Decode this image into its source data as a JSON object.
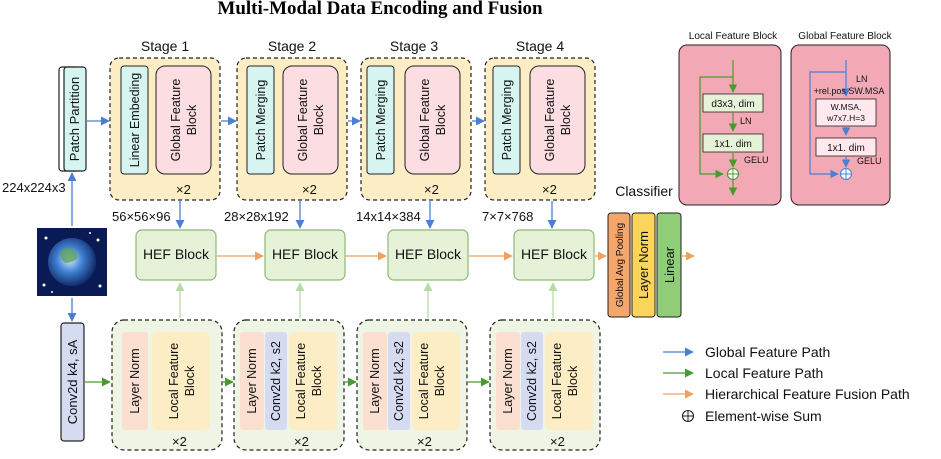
{
  "title": "Multi-Modal Data Encoding and Fusion",
  "input": {
    "size": "224x224x3",
    "patch_partition": "Patch Partition",
    "conv": "Conv2d k4, sA"
  },
  "stages": [
    {
      "name": "Stage 1",
      "top_left": "Linear Embeding",
      "top_right": "Global Feature Block",
      "top_repeat": "×2",
      "dims": "56×56×96",
      "bottom_left": "Layer Norm",
      "bottom_mid": "",
      "bottom_right": "Local Feature Block",
      "bottom_repeat": "×2"
    },
    {
      "name": "Stage 2",
      "top_left": "Patch Merging",
      "top_right": "Global Feature Block",
      "top_repeat": "×2",
      "dims": "28×28x192",
      "bottom_left": "Layer Norm",
      "bottom_mid": "Conv2d k2, s2",
      "bottom_right": "Local Feature Block",
      "bottom_repeat": "×2"
    },
    {
      "name": "Stage 3",
      "top_left": "Patch Merging",
      "top_right": "Global Feature Block",
      "top_repeat": "×2",
      "dims": "14x14×384",
      "bottom_left": "Layer Norm",
      "bottom_mid": "Conv2d k2, s2",
      "bottom_right": "Local Feature Block",
      "bottom_repeat": "×2"
    },
    {
      "name": "Stage 4",
      "top_left": "Patch Merging",
      "top_right": "Global Feature Block",
      "top_repeat": "×2",
      "dims": "7×7×768",
      "bottom_left": "Layer Norm",
      "bottom_mid": "Conv2d k2, s2",
      "bottom_right": "Local Feature Block",
      "bottom_repeat": "×2"
    }
  ],
  "hef_label": "HEF Block",
  "classifier": {
    "title": "Classifier",
    "pool": "Global Avg Pooling",
    "norm": "Layer Norm",
    "linear": "Linear"
  },
  "local_detail": {
    "title": "Local Feature Block",
    "box1": "d3x3, dim",
    "ln": "LN",
    "box2": "1x1. dim",
    "gelu": "GELU"
  },
  "global_detail": {
    "title": "Global Feature Block",
    "ln": "LN",
    "relpos": "+rel.pos SW.MSA",
    "box1_line1": "W.MSA,",
    "box1_line2": "w7x7.H=3",
    "box2": "1x1. dim",
    "gelu": "GELU"
  },
  "legend": [
    {
      "label": "Global Feature Path",
      "color": "#4a7fd4"
    },
    {
      "label": "Local Feature Path",
      "color": "#4a9a30"
    },
    {
      "label": "Hierarchical Feature Fusion Path",
      "color": "#f0a060"
    },
    {
      "label": "Element-wise Sum",
      "color": "#222222"
    }
  ],
  "colors": {
    "stage_fill": "#fdedc4",
    "local_fill": "#eef5e4",
    "hef_fill": "#e6f2d8",
    "hef_stroke": "#8cb873",
    "cyan": "#d6f5f1",
    "pink": "#fbdde2",
    "blue_bar": "#d5dcf2",
    "peach_bar": "#fbe0d2",
    "detail_fill": "#f2a9b5",
    "orange": "#f5a66b",
    "yellow": "#fbd45c",
    "green": "#8fcd76"
  }
}
